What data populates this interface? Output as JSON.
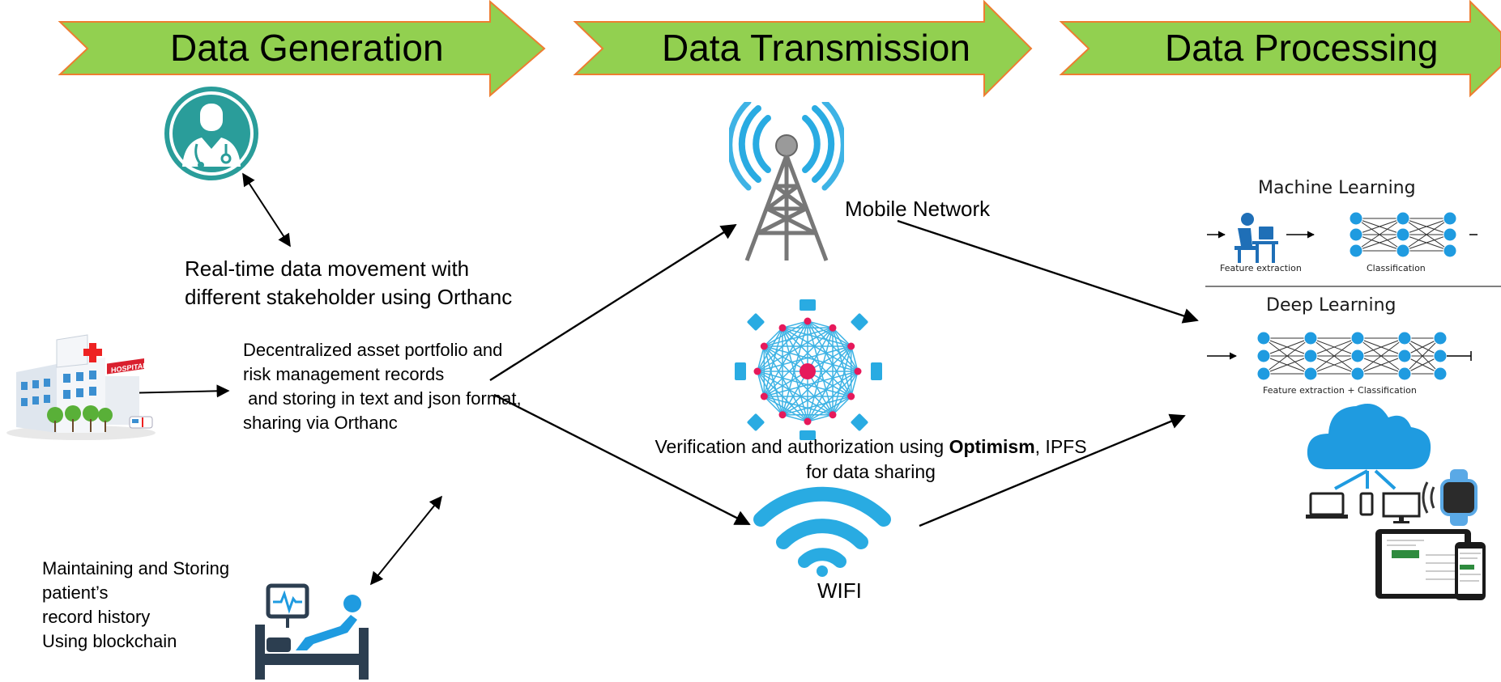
{
  "stages": [
    {
      "label": "Data Generation"
    },
    {
      "label": "Data Transmission"
    },
    {
      "label": "Data Processing"
    }
  ],
  "generation": {
    "realtime_text": [
      "Real-time data movement with",
      "different stakeholder using Orthanc"
    ],
    "hospital_label": "HOSPITAL",
    "decentralized_text": [
      "Decentralized asset portfolio and",
      "risk management records",
      " and storing in text and json format,",
      "sharing via Orthanc"
    ],
    "maintaining_text": [
      "Maintaining and Storing",
      "patient’s",
      "record history",
      "Using blockchain"
    ]
  },
  "transmission": {
    "mobile_network_label": "Mobile Network",
    "verification_prefix": "Verification and authorization using ",
    "verification_bold": "Optimism",
    "verification_suffix": ", IPFS",
    "verification_line2": "for data sharing",
    "wifi_label": "WIFI"
  },
  "processing": {
    "ml_title": "Machine Learning",
    "ml_feature_caption": "Feature extraction",
    "ml_class_caption": "Classification",
    "dl_title": "Deep Learning",
    "dl_caption": "Feature extraction + Classification"
  },
  "colors": {
    "arrow_fill": "#92d050",
    "arrow_stroke": "#ed7d31",
    "teal": "#2a9d9a",
    "sky": "#29abe2",
    "node_blue": "#1f9be0",
    "hub_pink": "#e6195b"
  },
  "icons": [
    "doctor-icon",
    "hospital-icon",
    "patient-bed-icon",
    "tower-icon",
    "network-hub-icon",
    "wifi-icon",
    "cloud-icon",
    "devices-icon",
    "tablet-phone-icon"
  ]
}
